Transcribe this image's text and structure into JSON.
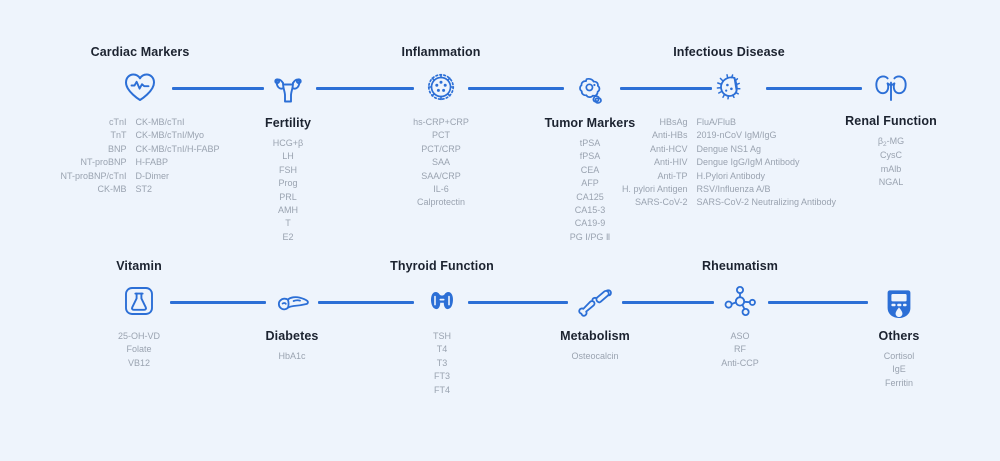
{
  "theme": {
    "background": "#eef4fc",
    "line_color": "#2c6fd6",
    "icon_color": "#2c6fd6",
    "title_color": "#1c2330",
    "item_color": "#9aa3b0"
  },
  "nodes": [
    {
      "id": "cardiac-markers",
      "title": "Cardiac Markers",
      "icon": "heart-pulse-icon",
      "title_position": "above",
      "columns": [
        [
          "cTnI",
          "TnT",
          "BNP",
          "NT-proBNP",
          "NT-proBNP/cTnI",
          "CK-MB"
        ],
        [
          "CK-MB/cTnI",
          "CK-MB/cTnI/Myo",
          "CK-MB/cTnI/H-FABP",
          "H-FABP",
          "D-Dimer",
          "ST2"
        ]
      ]
    },
    {
      "id": "fertility",
      "title": "Fertility",
      "icon": "uterus-icon",
      "title_position": "below",
      "columns": [
        [
          "HCG+β",
          "LH",
          "FSH",
          "Prog",
          "PRL",
          "AMH",
          "T",
          "E2"
        ]
      ]
    },
    {
      "id": "inflammation",
      "title": "Inflammation",
      "icon": "virus-icon",
      "title_position": "above",
      "columns": [
        [
          "hs-CRP+CRP",
          "PCT",
          "PCT/CRP",
          "SAA",
          "SAA/CRP",
          "IL-6",
          "Calprotectin"
        ]
      ]
    },
    {
      "id": "tumor-markers",
      "title": "Tumor Markers",
      "icon": "tumor-cell-icon",
      "title_position": "below",
      "columns": [
        [
          "tPSA",
          "fPSA",
          "CEA",
          "AFP",
          "CA125",
          "CA15-3",
          "CA19-9",
          "PG Ⅰ/PG Ⅱ"
        ]
      ]
    },
    {
      "id": "infectious-disease",
      "title": "Infectious Disease",
      "icon": "bacteria-icon",
      "title_position": "above",
      "columns": [
        [
          "HBsAg",
          "Anti-HBs",
          "Anti-HCV",
          "Anti-HIV",
          "Anti-TP",
          "H. pylori Antigen",
          "SARS-CoV-2"
        ],
        [
          "FluA/FluB",
          "2019-nCoV IgM/IgG",
          "Dengue NS1 Ag",
          "Dengue IgG/IgM Antibody",
          "H.Pylori Antibody",
          "RSV/Influenza A/B",
          "SARS-CoV-2 Neutralizing Antibody"
        ]
      ]
    },
    {
      "id": "renal-function",
      "title": "Renal Function",
      "icon": "kidney-icon",
      "title_position": "below",
      "columns": [
        [
          "β₂-MG",
          "CysC",
          "mAlb",
          "NGAL"
        ]
      ]
    },
    {
      "id": "vitamin",
      "title": "Vitamin",
      "icon": "flask-icon",
      "title_position": "above",
      "columns": [
        [
          "25-OH-VD",
          "Folate",
          "VB12"
        ]
      ]
    },
    {
      "id": "diabetes",
      "title": "Diabetes",
      "icon": "pancreas-icon",
      "title_position": "below",
      "columns": [
        [
          "HbA1c"
        ]
      ]
    },
    {
      "id": "thyroid-function",
      "title": "Thyroid Function",
      "icon": "thyroid-icon",
      "title_position": "above",
      "columns": [
        [
          "TSH",
          "T4",
          "T3",
          "FT3",
          "FT4"
        ]
      ]
    },
    {
      "id": "metabolism",
      "title": "Metabolism",
      "icon": "bone-icon",
      "title_position": "below",
      "columns": [
        [
          "Osteocalcin"
        ]
      ]
    },
    {
      "id": "rheumatism",
      "title": "Rheumatism",
      "icon": "molecule-icon",
      "title_position": "above",
      "columns": [
        [
          "ASO",
          "RF",
          "Anti-CCP"
        ]
      ]
    },
    {
      "id": "others",
      "title": "Others",
      "icon": "glucose-meter-icon",
      "title_position": "below",
      "columns": [
        [
          "Cortisol",
          "IgE",
          "Ferritin"
        ]
      ]
    }
  ]
}
